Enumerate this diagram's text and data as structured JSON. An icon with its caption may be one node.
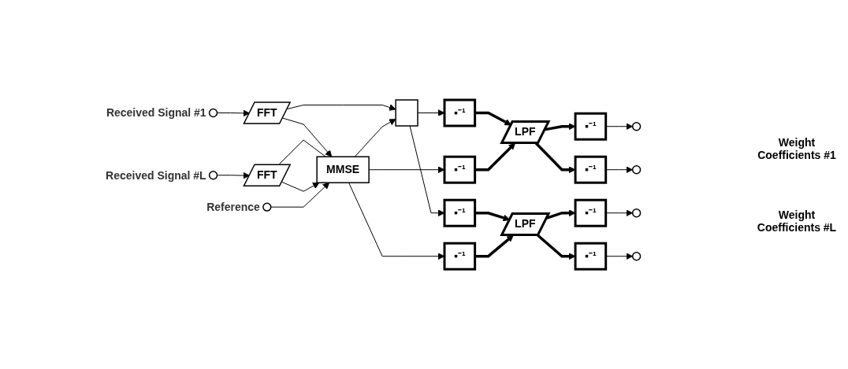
{
  "diagram": {
    "nodes": [
      {
        "text": [],
        "shape": "circle",
        "beside": [
          "Received Signal #1"
        ]
      },
      {
        "text": [
          "FFT"
        ]
      },
      {
        "text": [],
        "shape": "circle",
        "beside": [
          "Received Signal #L"
        ]
      },
      {
        "text": [
          "FFT"
        ]
      },
      {
        "text": [
          "MMSE"
        ]
      },
      {
        "text": [],
        "shape": "box"
      },
      {
        "text": [],
        "shape": "circle",
        "beside": [
          "Reference"
        ]
      },
      {
        "text": [
          "▪⁻¹"
        ]
      },
      {
        "text": [
          "▪⁻¹"
        ]
      },
      {
        "text": [
          "LPF"
        ]
      },
      {
        "text": [
          "▪⁻¹"
        ]
      },
      {
        "text": [
          "▪⁻¹"
        ]
      },
      {
        "text": [],
        "shape": "circle"
      },
      {
        "text": [],
        "shape": "circle"
      },
      {
        "text": [
          "▪⁻¹"
        ]
      },
      {
        "text": [
          "▪⁻¹"
        ]
      },
      {
        "text": [
          "LPF"
        ]
      },
      {
        "text": [
          "▪⁻¹"
        ]
      },
      {
        "text": [
          "▪⁻¹"
        ]
      },
      {
        "text": [],
        "shape": "circle"
      },
      {
        "text": [],
        "shape": "circle"
      }
    ],
    "edges": [
      {
        "from": 0,
        "to": 1,
        "arrow": "to"
      },
      {
        "from": 1,
        "to": 5,
        "arrow": "to"
      },
      {
        "from": 1,
        "to": 4,
        "arrow": "to"
      },
      {
        "from": 2,
        "to": 3,
        "arrow": "to"
      },
      {
        "from": 3,
        "to": 4,
        "arrow": "none"
      },
      {
        "from": 3,
        "to": 4,
        "arrow": "to"
      },
      {
        "from": 6,
        "to": 4,
        "arrow": "to"
      },
      {
        "from": 4,
        "to": 5,
        "arrow": "to"
      },
      {
        "from": 5,
        "to": 7,
        "arrow": "to"
      },
      {
        "from": 4,
        "to": 8,
        "arrow": "to"
      },
      {
        "from": 7,
        "to": 9,
        "arrow": "to",
        "style": "thick"
      },
      {
        "from": 8,
        "to": 9,
        "arrow": "to",
        "style": "thick"
      },
      {
        "from": 9,
        "to": 10,
        "arrow": "to",
        "style": "thick"
      },
      {
        "from": 9,
        "to": 11,
        "arrow": "to",
        "style": "thick"
      },
      {
        "from": 10,
        "to": 12,
        "arrow": "to"
      },
      {
        "from": 11,
        "to": 13,
        "arrow": "to"
      },
      {
        "from": 5,
        "to": 14,
        "arrow": "to"
      },
      {
        "from": 4,
        "to": 15,
        "arrow": "to"
      },
      {
        "from": 14,
        "to": 16,
        "arrow": "to",
        "style": "thick"
      },
      {
        "from": 15,
        "to": 16,
        "arrow": "to",
        "style": "thick"
      },
      {
        "from": 16,
        "to": 17,
        "arrow": "to",
        "style": "thick"
      },
      {
        "from": 16,
        "to": 18,
        "arrow": "to",
        "style": "thick"
      },
      {
        "from": 17,
        "to": 19,
        "arrow": "to"
      },
      {
        "from": 18,
        "to": 20,
        "arrow": "to"
      }
    ],
    "labels": [
      "Weight Coefficients #1",
      "Weight Coefficients #L"
    ]
  }
}
